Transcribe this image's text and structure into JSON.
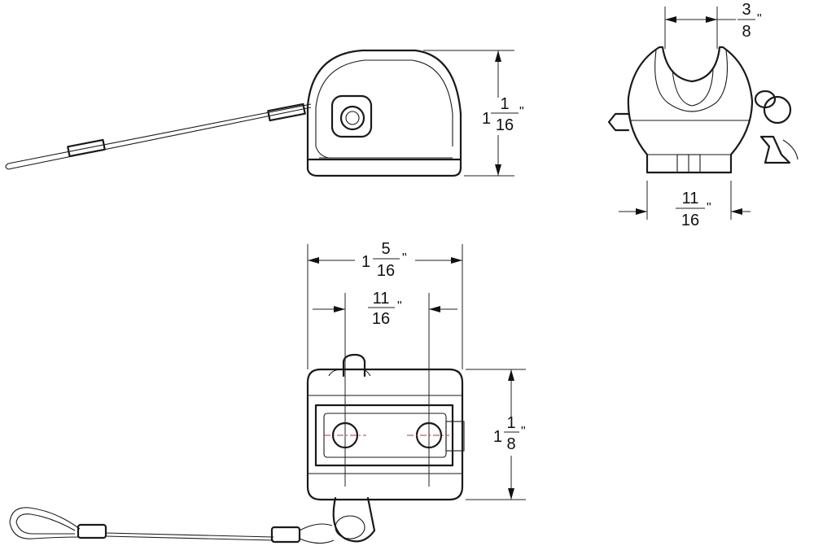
{
  "dimensions": {
    "side_height": {
      "whole": "1",
      "num": "1",
      "den": "16",
      "unit": "\""
    },
    "front_slot": {
      "num": "3",
      "den": "8",
      "unit": "\""
    },
    "front_width": {
      "num": "11",
      "den": "16",
      "unit": "\""
    },
    "top_length": {
      "whole": "1",
      "num": "5",
      "den": "16",
      "unit": "\""
    },
    "top_hole_spacing": {
      "num": "11",
      "den": "16",
      "unit": "\""
    },
    "top_width": {
      "whole": "1",
      "num": "1",
      "den": "8",
      "unit": "\""
    }
  }
}
